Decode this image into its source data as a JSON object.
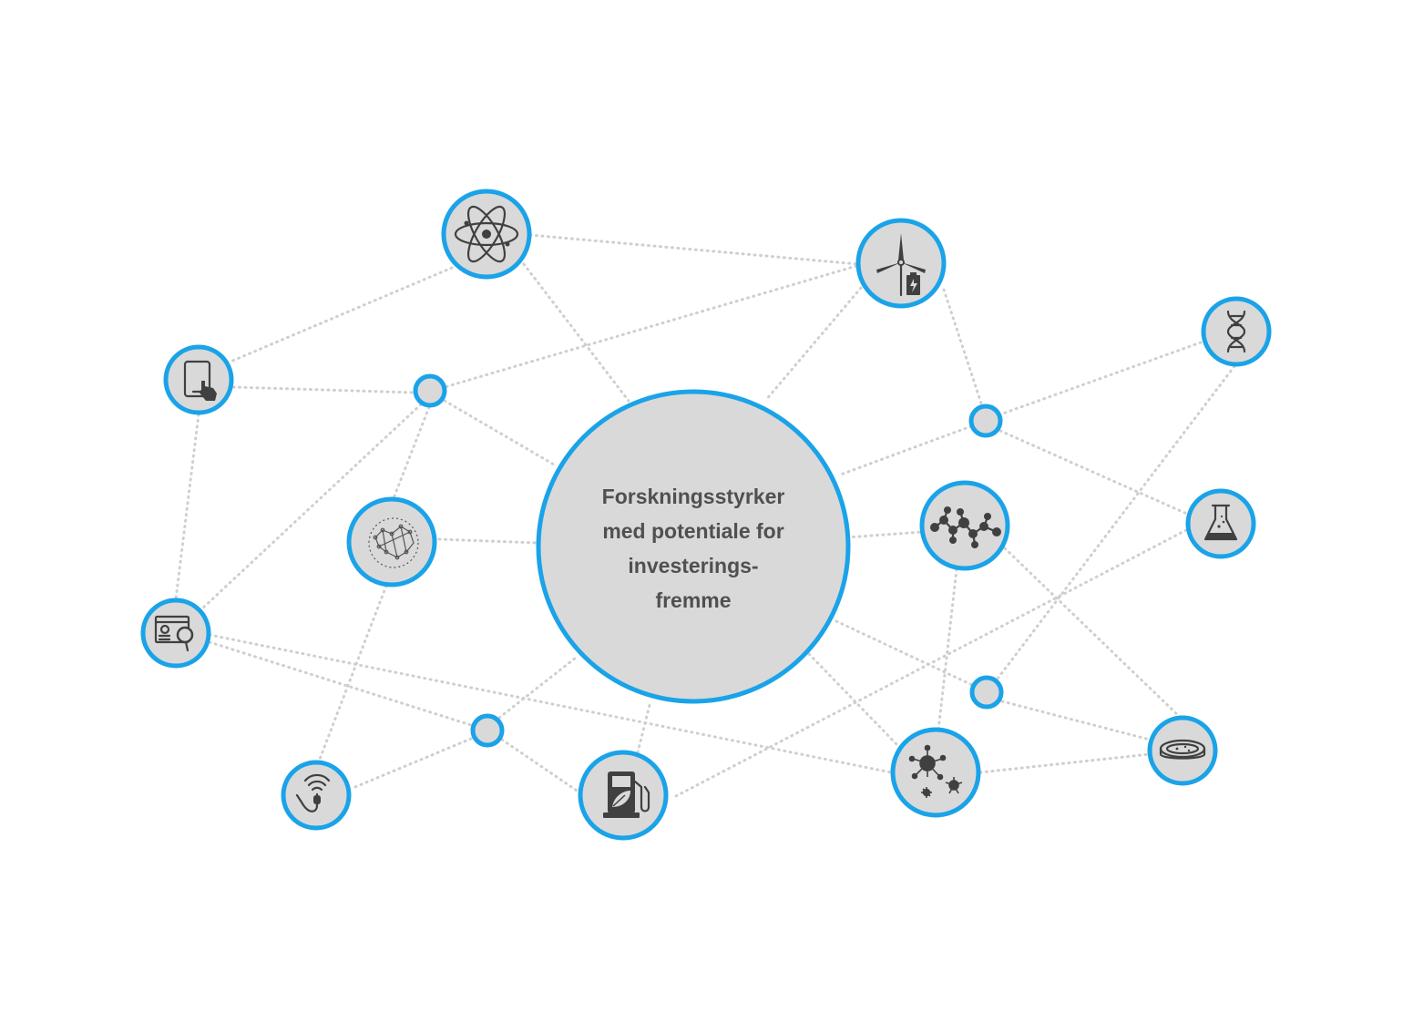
{
  "center": {
    "lines": [
      "Forskningsstyrker",
      "med potentiale for",
      "investerings-",
      "fremme"
    ]
  },
  "colors": {
    "ring": "#1aa3e8",
    "node_fill": "#d9d9d9",
    "edge": "#cfcfcf",
    "icon": "#404040",
    "text": "#505050"
  },
  "nodes": [
    {
      "id": "atom",
      "icon": "atom-icon"
    },
    {
      "id": "wind",
      "icon": "wind-turbine-battery-icon"
    },
    {
      "id": "dna",
      "icon": "dna-icon"
    },
    {
      "id": "tablet",
      "icon": "tablet-touch-icon"
    },
    {
      "id": "hub-left",
      "icon": ""
    },
    {
      "id": "hub-right",
      "icon": ""
    },
    {
      "id": "network-globe",
      "icon": "network-globe-icon"
    },
    {
      "id": "molecule",
      "icon": "molecule-chain-icon"
    },
    {
      "id": "flask",
      "icon": "lab-flask-icon"
    },
    {
      "id": "analytics",
      "icon": "dashboard-search-icon"
    },
    {
      "id": "hub-lower-right",
      "icon": ""
    },
    {
      "id": "petri",
      "icon": "petri-dish-icon"
    },
    {
      "id": "hub-bottom",
      "icon": ""
    },
    {
      "id": "probe",
      "icon": "wireless-probe-icon"
    },
    {
      "id": "fuel",
      "icon": "green-fuel-pump-icon"
    },
    {
      "id": "virus",
      "icon": "particles-icon"
    }
  ]
}
